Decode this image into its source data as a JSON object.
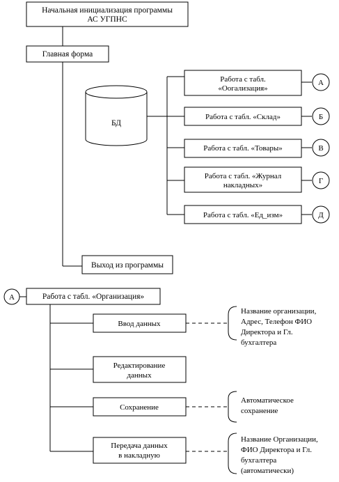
{
  "flowchart": {
    "start_line1": "Начальная инициализация программы",
    "start_line2": "АС  УГПНС",
    "main_form": "Главная форма",
    "db": "БД",
    "exit": "Выход из программы"
  },
  "tables": [
    {
      "line1": "Работа с табл.",
      "line2": "«Оогализация»",
      "marker": "А"
    },
    {
      "line1": "Работа с табл. «Склад»",
      "line2": "",
      "marker": "Б"
    },
    {
      "line1": "Работа с табл. «Товары»",
      "line2": "",
      "marker": "В"
    },
    {
      "line1": "Работа с табл. «Журнал",
      "line2": "накладных»",
      "marker": "Г"
    },
    {
      "line1": "Работа с табл. «Ед_изм»",
      "line2": "",
      "marker": "Д"
    }
  ],
  "subchart": {
    "marker": "А",
    "title": "Работа с табл. «Организация»",
    "steps": [
      {
        "line1": "Ввод данных",
        "line2": "",
        "notes": [
          "Название организации,",
          "Адрес, Телефон ФИО",
          "Директора и  Гл.",
          "бухгалтера"
        ]
      },
      {
        "line1": "Редактирование",
        "line2": "данных",
        "notes": []
      },
      {
        "line1": "Сохранение",
        "line2": "",
        "notes": [
          "Автоматическое",
          "сохранение"
        ]
      },
      {
        "line1": "Передача данных",
        "line2": "в накладную",
        "notes": [
          "Название Организации,",
          "ФИО Директора и  Гл.",
          "бухгалтера",
          "(автоматически)"
        ]
      }
    ]
  }
}
